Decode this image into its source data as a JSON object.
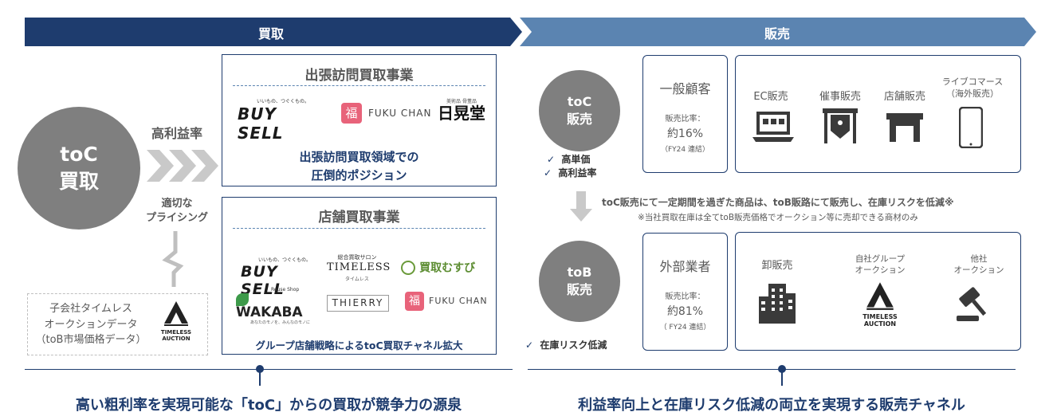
{
  "banner": {
    "left": "買取",
    "right": "販売"
  },
  "left": {
    "toc_circle": {
      "line1": "toC",
      "line2": "買取"
    },
    "high_margin": "高利益率",
    "pricing": {
      "line1": "適切な",
      "line2": "プライシング"
    },
    "auction_data": {
      "line1": "子会社タイムレス",
      "line2": "オークションデータ",
      "line3": "（toB市場価格データ）"
    },
    "timeless_logo": {
      "line1": "TIMELESS",
      "line2": "AUCTION"
    },
    "visit_box": {
      "title": "出張訪問買取事業",
      "caption_line1": "出張訪問買取領域での",
      "caption_line2": "圧倒的ポジション",
      "logos": {
        "buysell_tagline": "いいもの、つぐくもの。",
        "buysell": "BUY SELL",
        "fukuchan": "FUKU CHAN",
        "fukuchan_mark": "福",
        "nikkodo_small": "美術品 骨董品",
        "nikkodo": "日晃堂"
      }
    },
    "store_box": {
      "title": "店舗買取事業",
      "caption": "グループ店舗戦略によるtoC買取チャネル拡大",
      "logos": {
        "buysell_tagline": "いいもの、つぐくもの。",
        "buysell": "BUY SELL",
        "timeless_small": "総合買取サロン",
        "timeless": "TIMELESS",
        "timeless_sub": "タイムレス",
        "musubi": "買取むすび",
        "wakaba_small": "Reuse Shop",
        "wakaba": "WAKABA",
        "wakaba_sub": "あなたのモノを、みんなのモノに",
        "thierry": "THIERRY",
        "fukuchan": "FUKU CHAN",
        "fukuchan_mark": "福"
      }
    },
    "footer": "高い粗利率を実現可能な「toC」からの買取が競争力の源泉"
  },
  "right": {
    "toc_circle": {
      "line1": "toC",
      "line2": "販売"
    },
    "toc_checks": [
      "高単価",
      "高利益率"
    ],
    "general": {
      "title": "一般顧客",
      "ratio_label": "販売比率：",
      "ratio": "約16%",
      "note": "（FY24 連結）"
    },
    "toc_channels": [
      {
        "label": "EC販売"
      },
      {
        "label": "催事販売"
      },
      {
        "label": "店舗販売"
      },
      {
        "label": "ライブコマース",
        "sub": "（海外販売）"
      }
    ],
    "transition_note": "toC販売にて一定期間を過ぎた商品は、toB販路にて販売し、在庫リスクを低減※",
    "transition_footnote": "※当社買取在庫は全てtoB販売価格でオークション等に売却できる商材のみ",
    "tob_circle": {
      "line1": "toB",
      "line2": "販売"
    },
    "tob_check": "在庫リスク低減",
    "external": {
      "title": "外部業者",
      "ratio_label": "販売比率：",
      "ratio": "約81%",
      "note": "（ FY24 連結）"
    },
    "tob_channels": [
      {
        "label": "卸販売"
      },
      {
        "label": "自社グループ",
        "sub": "オークション"
      },
      {
        "label": "他社",
        "sub": "オークション"
      }
    ],
    "footer": "利益率向上と在庫リスク低減の両立を実現する販売チャネル",
    "check_mark": "✓"
  },
  "colors": {
    "navy": "#1e3c6e",
    "light_blue": "#5b84b1",
    "grey": "#7f7f7f"
  }
}
